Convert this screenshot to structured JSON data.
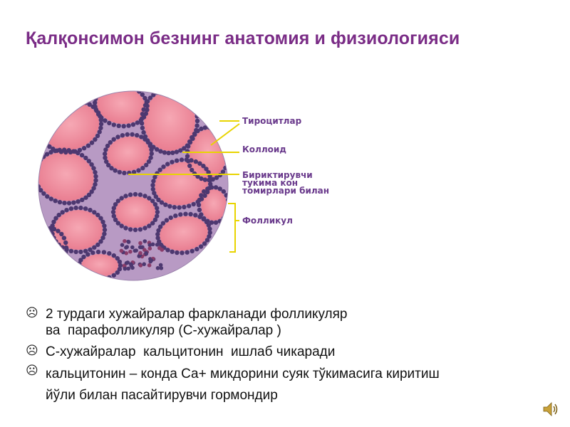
{
  "slide": {
    "title": "Қалқонсимон безнинг анатомия и физиологияси"
  },
  "diagram": {
    "labels": [
      {
        "text": "Тироцитлар"
      },
      {
        "text": "Коллоид"
      },
      {
        "text": "Бириктирувчи\nтукима кон\nтомирлари билан"
      },
      {
        "text": "Фолликул"
      }
    ],
    "colors": {
      "colloid": "#f08a9c",
      "cells": "#4d3870",
      "stroma": "#b89ac4",
      "leader_line": "#e8d400",
      "title": "#7a2c86"
    }
  },
  "bullets": [
    {
      "icon": "sad-face-icon",
      "symbol": "☹",
      "text": "2 турдаги хужайралар фаркланади фолликуляр\nва  парафолликуляр (С-хужайралар )"
    },
    {
      "icon": "sad-face-icon",
      "symbol": "☹",
      "text": "С-хужайралар  кальцитонин  ишлаб чикаради"
    },
    {
      "icon": "sad-face-icon",
      "symbol": "☹",
      "text": "кальцитонин – конда Са+ микдорини суяк тўкимасига киритиш\nйўли билан пасайтирувчи гормондир"
    }
  ],
  "audio": {
    "icon": "speaker-icon"
  }
}
